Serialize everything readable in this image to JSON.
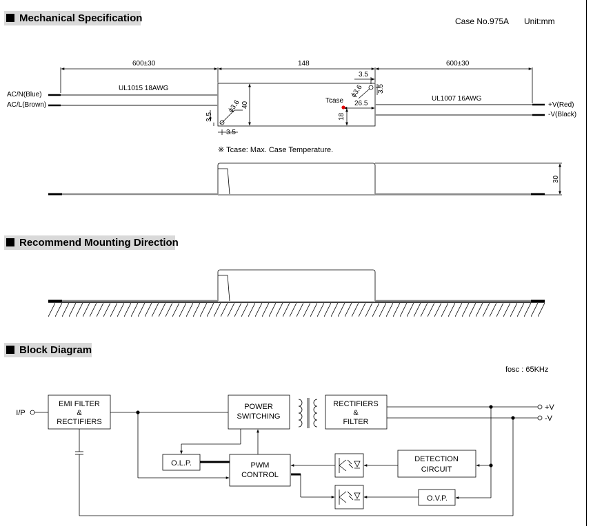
{
  "sections": {
    "mechanical": "Mechanical Specification",
    "mounting": "Recommend Mounting Direction",
    "block": "Block Diagram"
  },
  "case_info": {
    "case_no": "Case No.975A",
    "unit": "Unit:mm"
  },
  "mechanical": {
    "dim_left": "600±30",
    "dim_mid": "148",
    "dim_right": "600±30",
    "dim_35_top": "3.5",
    "dim_35_side_right": "3.5",
    "dim_35_left_v": "3.5",
    "dim_35_left_h": "3.5",
    "dim_36_left": "ϕ3.6",
    "dim_36_right": "ϕ3.6",
    "dim_40": "40",
    "dim_18": "18",
    "dim_265": "26.5",
    "dim_30": "30",
    "tcase": "Tcase",
    "wire_left": "UL1015 18AWG",
    "wire_right": "UL1007 16AWG",
    "ac_n": "AC/N(Blue)",
    "ac_l": "AC/L(Brown)",
    "v_pos": "+V(Red)",
    "v_neg": "-V(Black)",
    "note": "※ Tcase: Max. Case Temperature."
  },
  "block": {
    "fosc": "fosc : 65KHz",
    "ip": "I/P",
    "emi_1": "EMI FILTER",
    "emi_2": "&",
    "emi_3": "RECTIFIERS",
    "ps_1": "POWER",
    "ps_2": "SWITCHING",
    "rf_1": "RECTIFIERS",
    "rf_2": "&",
    "rf_3": "FILTER",
    "olp": "O.L.P.",
    "pwm_1": "PWM",
    "pwm_2": "CONTROL",
    "det_1": "DETECTION",
    "det_2": "CIRCUIT",
    "ovp": "O.V.P.",
    "out_pos": "+V",
    "out_neg": "-V"
  },
  "colors": {
    "tcase_dot": "#e00000",
    "section_bg": "#d9d9d9",
    "wire": "#8c8c8c"
  }
}
